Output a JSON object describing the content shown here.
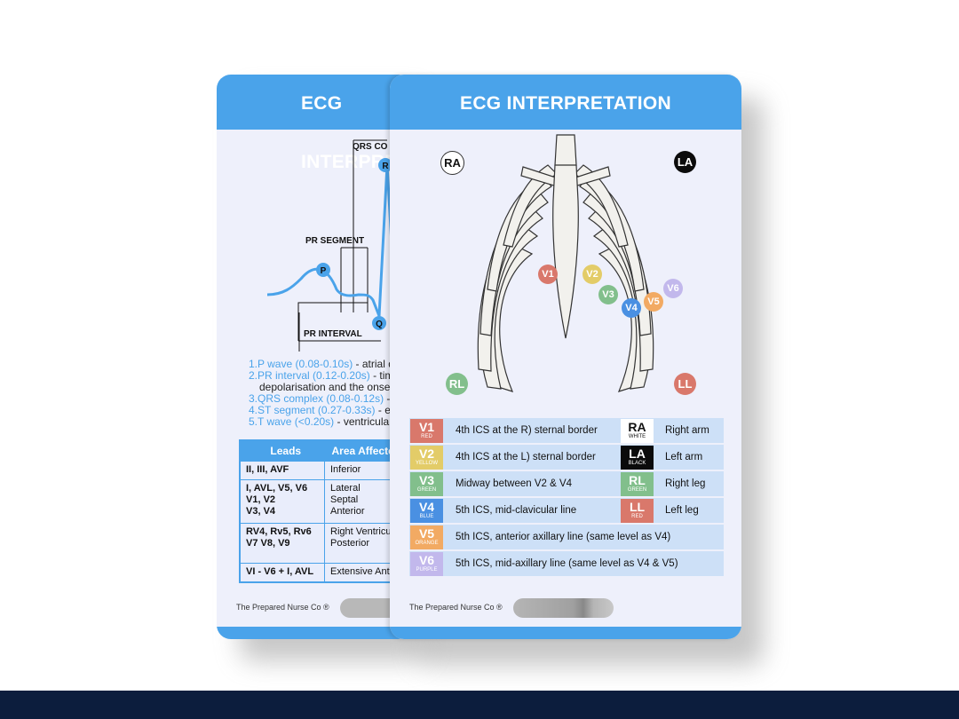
{
  "back_card": {
    "title": "ECG INTERPRETATION",
    "diagram": {
      "qrs_label": "QRS COMPLEX",
      "pr_segment": "PR SEGMENT",
      "pr_interval": "PR INTERVAL",
      "p": "P",
      "q": "Q",
      "r": "R"
    },
    "list": [
      {
        "num": "1.",
        "key": "P wave (0.08-0.10s)",
        "desc": " - atrial d"
      },
      {
        "num": "2.",
        "key": "PR interval (0.12-0.20s)",
        "desc": " - tim",
        "cont": "depolarisation and the onse"
      },
      {
        "num": "3.",
        "key": "QRS complex (0.08-0.12s)",
        "desc": " -"
      },
      {
        "num": "4.",
        "key": "ST segment (0.27-0.33s)",
        "desc": " - e"
      },
      {
        "num": "5.",
        "key": "T wave (<0.20s)",
        "desc": " - ventricular"
      }
    ],
    "table": {
      "headers": [
        "Leads",
        "Area Affected"
      ],
      "rows": [
        {
          "leads": "II, III, AVF",
          "area": "Inferior"
        },
        {
          "leads": "I, AVL, V5, V6\nV1, V2\nV3, V4",
          "area": "Lateral\nSeptal\nAnterior"
        },
        {
          "leads": "RV4, Rv5, Rv6\nV7 V8, V9",
          "area": "Right Ventricu\nPosterior"
        },
        {
          "leads": "VI - V6 + I, AVL",
          "area": "Extensive Ant"
        }
      ]
    },
    "brand": "The Prepared Nurse Co ®"
  },
  "front_card": {
    "title": "ECG INTERPRETATION",
    "limb_electrodes": {
      "ra": "RA",
      "la": "LA",
      "rl": "RL",
      "ll": "LL"
    },
    "chest_electrodes": [
      "V1",
      "V2",
      "V3",
      "V4",
      "V5",
      "V6"
    ],
    "legend": [
      {
        "code": "V1",
        "color_name": "RED",
        "color": "#d9786b",
        "text": "4th ICS at the R) sternal border",
        "limb_code": "RA",
        "limb_color_name": "WHITE",
        "limb_bg": "#ffffff",
        "limb_fg": "#111111",
        "limb_text": "Right arm"
      },
      {
        "code": "V2",
        "color_name": "YELLOW",
        "color": "#e3cc68",
        "text": "4th ICS at the L) sternal border",
        "limb_code": "LA",
        "limb_color_name": "BLACK",
        "limb_bg": "#0b0b0b",
        "limb_fg": "#ffffff",
        "limb_text": "Left arm"
      },
      {
        "code": "V3",
        "color_name": "GREEN",
        "color": "#82bf8c",
        "text": "Midway between V2 & V4",
        "limb_code": "RL",
        "limb_color_name": "GREEN",
        "limb_bg": "#82bf8c",
        "limb_fg": "#ffffff",
        "limb_text": "Right leg"
      },
      {
        "code": "V4",
        "color_name": "BLUE",
        "color": "#4a90e2",
        "text": "5th ICS, mid-clavicular line",
        "limb_code": "LL",
        "limb_color_name": "RED",
        "limb_bg": "#d9786b",
        "limb_fg": "#ffffff",
        "limb_text": "Left leg"
      },
      {
        "code": "V5",
        "color_name": "ORANGE",
        "color": "#f2aa63",
        "text": "5th ICS, anterior axillary line (same level as V4)"
      },
      {
        "code": "V6",
        "color_name": "PURPLE",
        "color": "#c2b8ec",
        "text": "5th ICS, mid-axillary line (same level as V4 & V5)"
      }
    ],
    "brand": "The Prepared Nurse Co ®"
  },
  "colors": {
    "header_blue": "#4aa3ea",
    "card_bg": "#eef0fb",
    "footer_navy": "#0c1d3d"
  }
}
